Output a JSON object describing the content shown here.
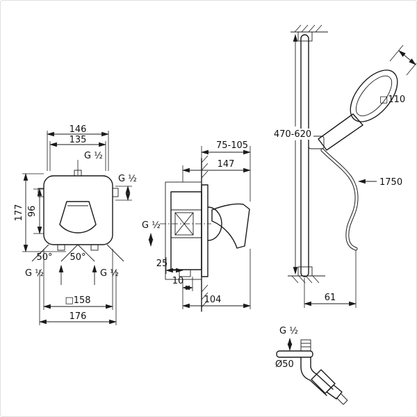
{
  "views": {
    "front": {
      "width_outer": "146",
      "width_inner": "135",
      "thread_top": "G ½",
      "thread_right": "G ½",
      "height_inner": "96",
      "height_outer": "177",
      "angle_left": "50°",
      "angle_right": "50°",
      "thread_bottom_left": "G ½",
      "thread_bottom_right": "G ½",
      "square_size": "□158",
      "width_total": "176"
    },
    "side": {
      "depth_range": "75-105",
      "length": "147",
      "thread": "G ½",
      "dim_25": "25",
      "dim_10": "10",
      "dim_104": "104"
    },
    "rail": {
      "height_range": "470-620",
      "head_size": "□110",
      "hose_length": "1750",
      "dim_61": "61"
    },
    "elbow": {
      "thread": "G ½",
      "diameter": "Ø50"
    }
  },
  "colors": {
    "line": "#1a1a1a",
    "background": "#ffffff"
  }
}
